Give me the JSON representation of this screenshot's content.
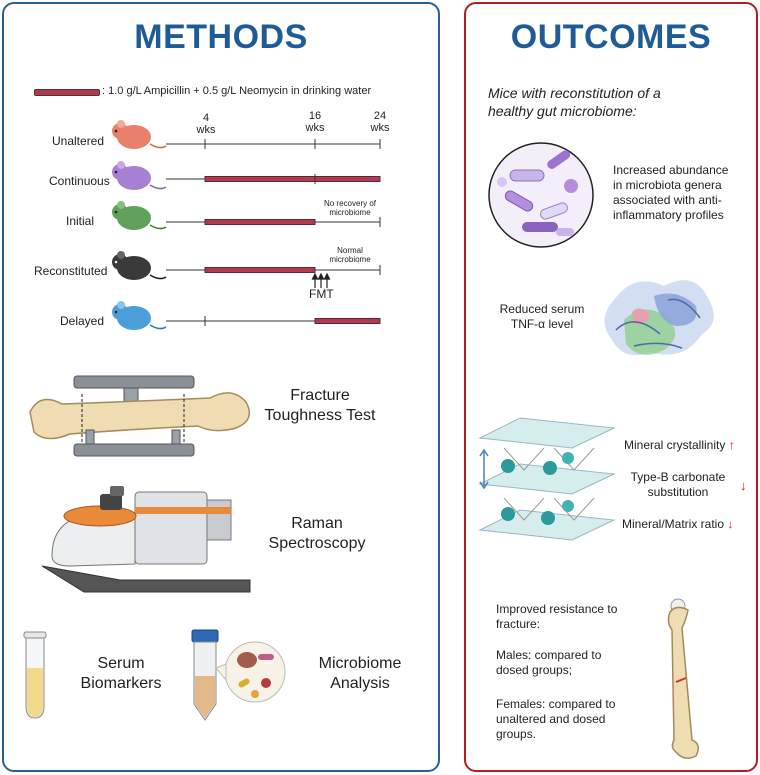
{
  "methods": {
    "title": "METHODS",
    "legend": ": 1.0 g/L Ampicillin + 0.5 g/L Neomycin in drinking water",
    "timepoints": [
      {
        "num": "4",
        "unit": "wks"
      },
      {
        "num": "16",
        "unit": "wks"
      },
      {
        "num": "24",
        "unit": "wks"
      }
    ],
    "groups": [
      {
        "label": "Unaltered",
        "color": "#e8806b",
        "note": ""
      },
      {
        "label": "Continuous",
        "color": "#a77fd4",
        "note": ""
      },
      {
        "label": "Initial",
        "color": "#5fa05a",
        "note": "No recovery of microbiome"
      },
      {
        "label": "Reconstituted",
        "color": "#3a3a3a",
        "note": "Normal microbiome"
      },
      {
        "label": "Delayed",
        "color": "#4a9fd8",
        "note": ""
      }
    ],
    "initial_note_lines": [
      "No recovery of",
      "microbiome"
    ],
    "reconstituted_note_lines": [
      "Normal",
      "microbiome"
    ],
    "fmt_label": "FMT",
    "tests": {
      "fracture": [
        "Fracture",
        "Toughness Test"
      ],
      "raman": [
        "Raman",
        "Spectroscopy"
      ],
      "serum": [
        "Serum",
        "Biomarkers"
      ],
      "microbiome": [
        "Microbiome",
        "Analysis"
      ]
    }
  },
  "outcomes": {
    "title": "OUTCOMES",
    "subtitle_lines": [
      "Mice with reconstitution of a",
      "healthy gut microbiome:"
    ],
    "microbiota_lines": [
      "Increased abundance",
      "in microbiota genera",
      "associated with anti-",
      "inflammatory profiles"
    ],
    "tnf_lines": [
      "Reduced serum",
      "TNF-α level"
    ],
    "mineral": [
      {
        "lines": [
          "Mineral crystallinity"
        ],
        "direction": "up"
      },
      {
        "lines": [
          "Type-B carbonate",
          "substitution"
        ],
        "direction": "down"
      },
      {
        "lines": [
          "Mineral/Matrix ratio"
        ],
        "direction": "down"
      }
    ],
    "fracture_lines": [
      "Improved resistance to",
      "fracture:"
    ],
    "males_lines": [
      "Males: compared to",
      "dosed groups;"
    ],
    "females_lines": [
      "Females: compared to",
      "unaltered and dosed",
      "groups."
    ]
  }
}
